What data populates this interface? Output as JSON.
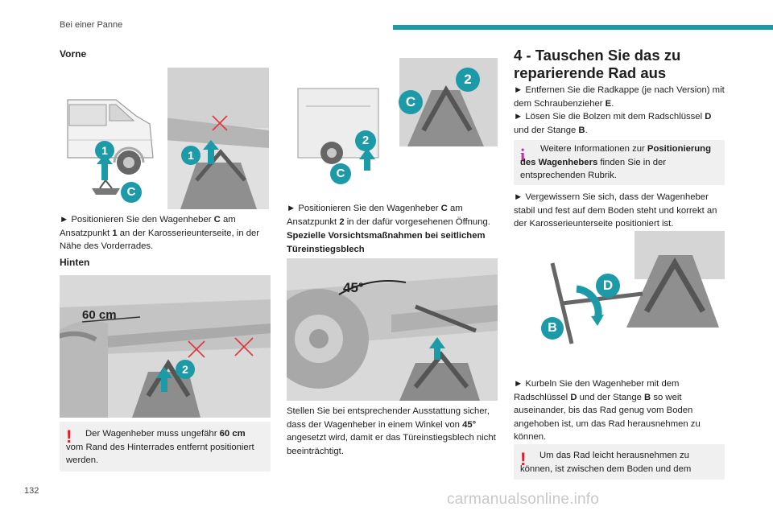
{
  "header": {
    "section": "Bei einer Panne"
  },
  "page_number": "132",
  "watermark": "carmanualsonline.info",
  "col1": {
    "heading_front": "Vorne",
    "front_text_prefix": "► Positionieren Sie den Wagenheber ",
    "front_text_c": "C",
    "front_text_mid": " am Ansatzpunkt ",
    "front_text_1": "1",
    "front_text_suffix": " an der Karosserieunterseite, in der Nähe des Vorderrades.",
    "heading_rear": "Hinten",
    "rear_measure": "60 cm",
    "warn_prefix": "Der Wagenheber muss ungefähr ",
    "warn_bold": "60 cm",
    "warn_suffix": " vom Rand des Hinterrades entfernt positioniert werden."
  },
  "col2": {
    "text_prefix": "► Positionieren Sie den Wagenheber ",
    "text_c": "C",
    "text_mid": " am Ansatzpunkt ",
    "text_2": "2",
    "text_suffix": " in der dafür vorgesehenen Öffnung.",
    "bold_heading": "Spezielle Vorsichtsmaßnahmen bei seitlichem Türeinstiegsblech",
    "angle_label": "45°",
    "para_prefix": "Stellen Sie bei entsprechender Ausstattung sicher, dass der Wagenheber in einem Winkel von ",
    "para_bold": "45°",
    "para_suffix": " angesetzt wird, damit er das Türeinstiegsblech nicht beeinträchtigt."
  },
  "col3": {
    "title": "4 - Tauschen Sie das zu reparierende Rad aus",
    "b1_prefix": "► Entfernen Sie die Radkappe (je nach Version) mit dem Schraubenzieher ",
    "b1_e": "E",
    "b1_suffix": ".",
    "b2_prefix": "► Lösen Sie die Bolzen mit dem Radschlüssel ",
    "b2_d": "D",
    "b2_mid": " und der Stange ",
    "b2_b": "B",
    "b2_suffix": ".",
    "info_prefix": "Weitere Informationen zur ",
    "info_bold": "Positionierung des Wagenhebers",
    "info_suffix": " finden Sie in der entsprechenden Rubrik.",
    "b3": "► Vergewissern Sie sich, dass der Wagenheber stabil und fest auf dem Boden steht und korrekt an der Karosserieunterseite positioniert ist.",
    "b4_prefix": "► Kurbeln Sie den Wagenheber mit dem Radschlüssel ",
    "b4_d": "D",
    "b4_mid": " und der Stange ",
    "b4_b": "B",
    "b4_suffix": " so weit auseinander, bis das Rad genug vom Boden angehoben ist, um das Rad herausnehmen zu können.",
    "warn_text": "Um das Rad leicht herausnehmen zu können, ist zwischen dem Boden und dem"
  },
  "badges": {
    "one": "1",
    "two": "2",
    "c": "C",
    "d": "D",
    "b": "B"
  },
  "colors": {
    "accent": "#1d9aa8",
    "badge": "#1d9aa8",
    "warn": "#e21c2b",
    "info": "#b63a9e",
    "cross": "#e0363e",
    "arrow": "#1d9aa8"
  }
}
